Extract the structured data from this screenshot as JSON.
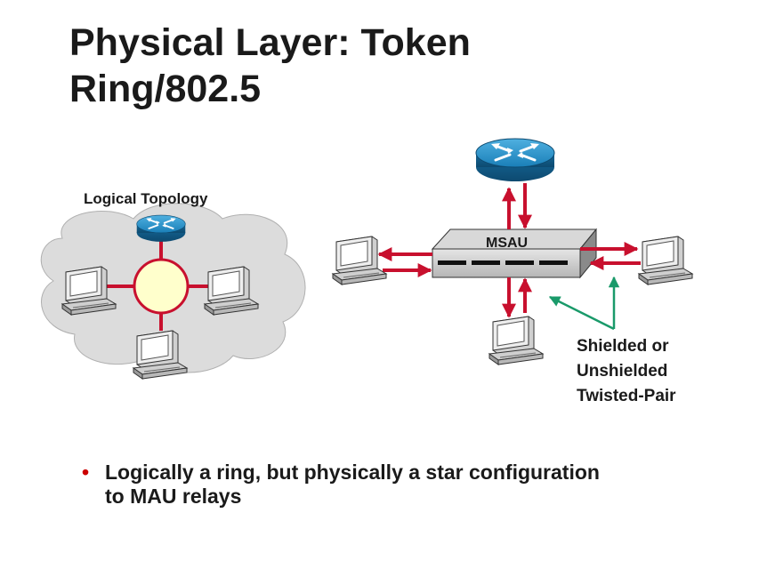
{
  "slide": {
    "title_lines": [
      "Physical Layer: Token",
      "Ring/802.5"
    ],
    "logical_topology_label": "Logical Topology",
    "msau_label": "MSAU",
    "cable_label_lines": [
      "Shielded or",
      "Unshielded",
      "Twisted-Pair"
    ],
    "bullets": [
      {
        "line1": "Logically a ring, but physically a star configuration",
        "line2": "to MAU relays"
      }
    ]
  },
  "colors": {
    "link_red": "#c8102e",
    "router_blue": "#1a7fb8",
    "ring_fill": "#ffffcc",
    "cloud_fill": "#dcdcdc",
    "pointer_green": "#1a9a6a",
    "bullet_red": "#cc0000"
  },
  "icons": [
    "router-icon",
    "workstation-icon",
    "msau-hub-icon",
    "cloud-shape"
  ]
}
